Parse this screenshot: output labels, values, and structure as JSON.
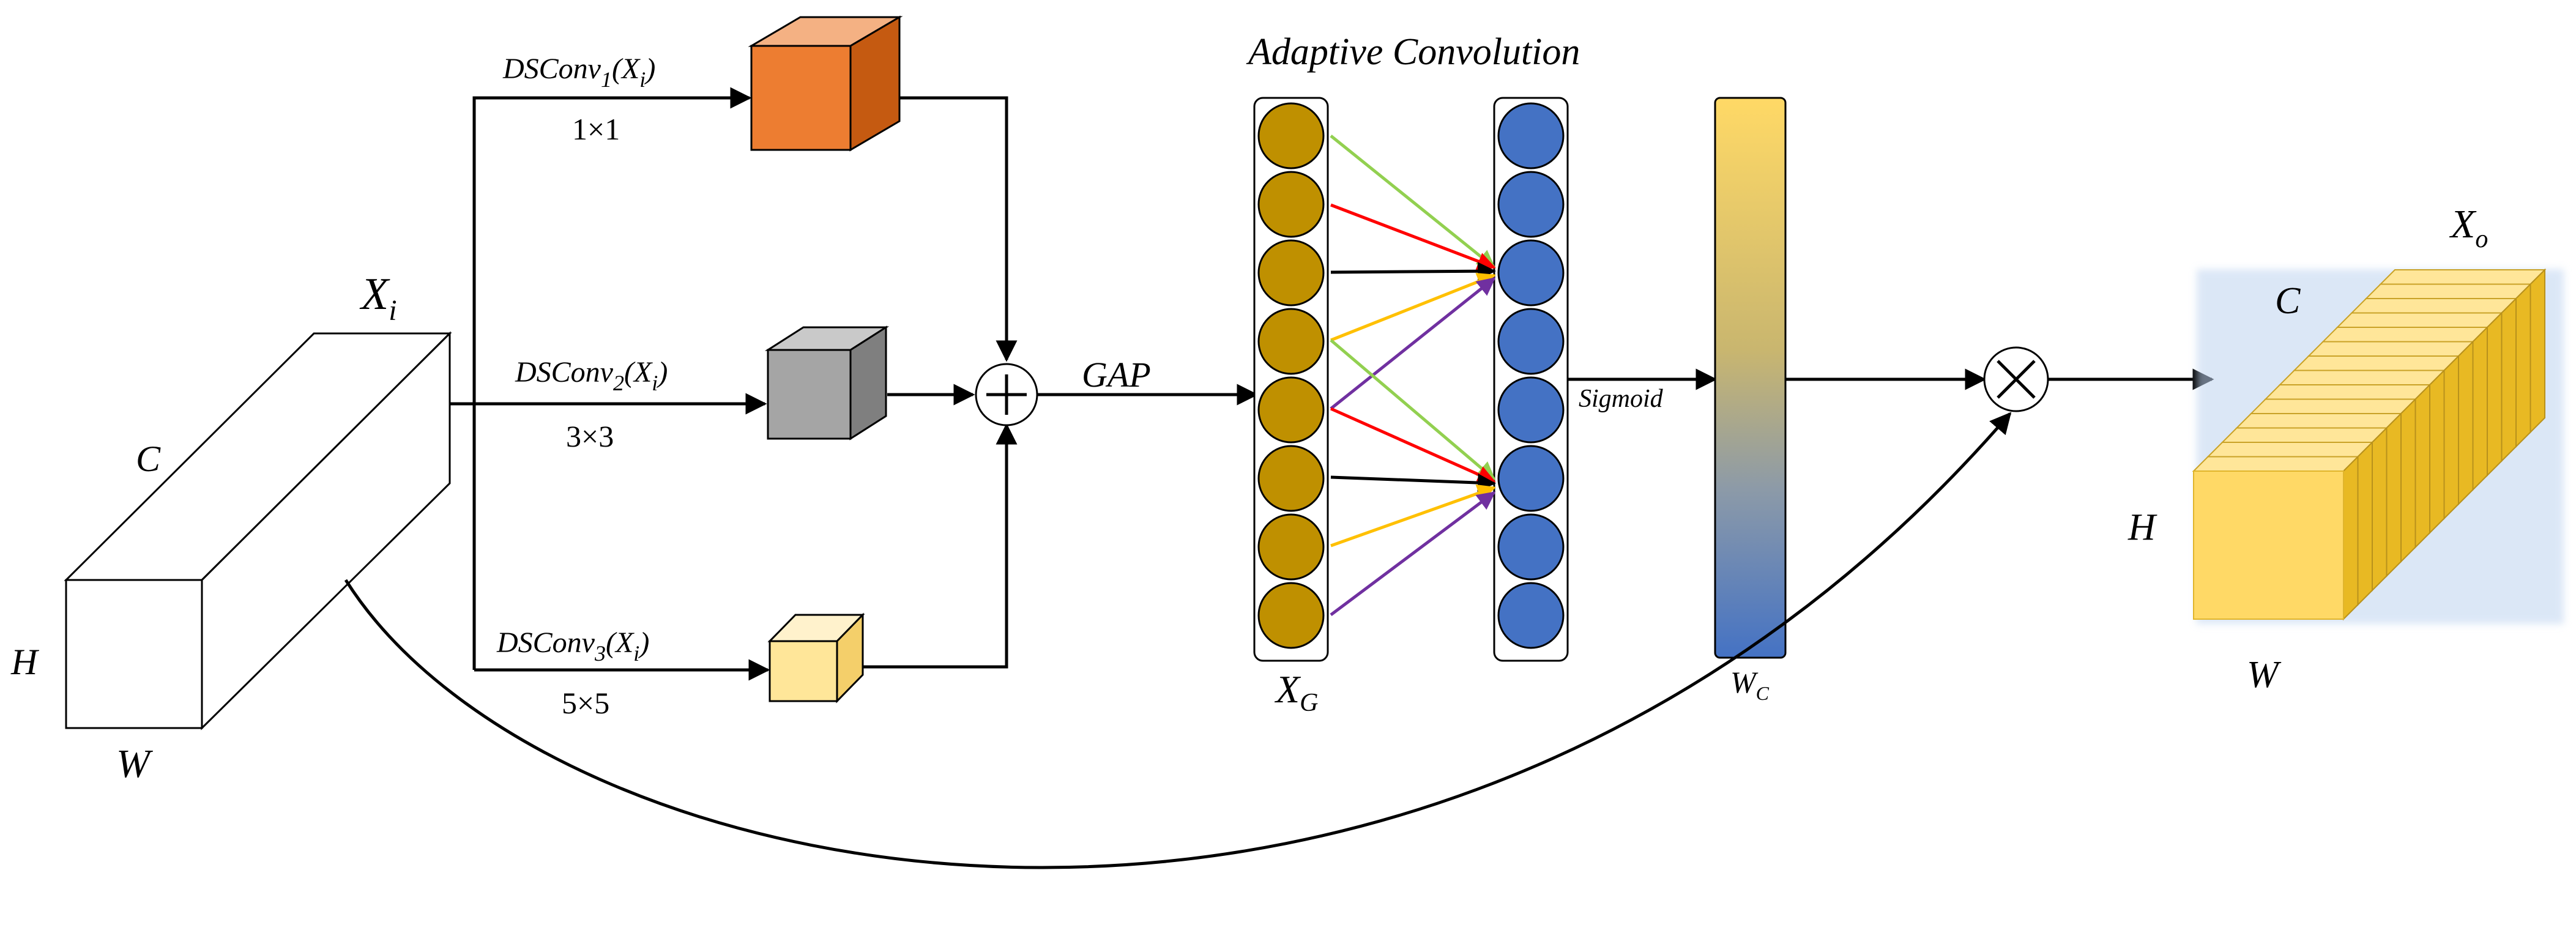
{
  "title": "Adaptive Convolution",
  "input": {
    "symbol": "X",
    "sub": "i",
    "channel": "C",
    "height": "H",
    "width": "W"
  },
  "branches": [
    {
      "op": "DSConv",
      "index": "1",
      "arg": "X",
      "arg_sub": "i",
      "kernel": "1×1",
      "color": "#ED7D31"
    },
    {
      "op": "DSConv",
      "index": "2",
      "arg": "X",
      "arg_sub": "i",
      "kernel": "3×3",
      "color": "#A5A5A5"
    },
    {
      "op": "DSConv",
      "index": "3",
      "arg": "X",
      "arg_sub": "i",
      "kernel": "5×5",
      "color": "#FFE699"
    }
  ],
  "gap_label": "GAP",
  "gap_vector": {
    "symbol": "X",
    "sub": "G",
    "color": "#BF9000"
  },
  "conv_vector": {
    "color": "#4472C4"
  },
  "arrow_colors": [
    "#92D050",
    "#FF0000",
    "#000000",
    "#FFC000",
    "#7030A0"
  ],
  "sigmoid_label": "Sigmoid",
  "weight": {
    "symbol": "W",
    "sub": "C",
    "color_top": "#FFD966",
    "color_bottom": "#4472C4"
  },
  "output": {
    "symbol": "X",
    "sub": "o",
    "channel": "C",
    "height": "H",
    "width": "W",
    "color": "#FFD966"
  }
}
